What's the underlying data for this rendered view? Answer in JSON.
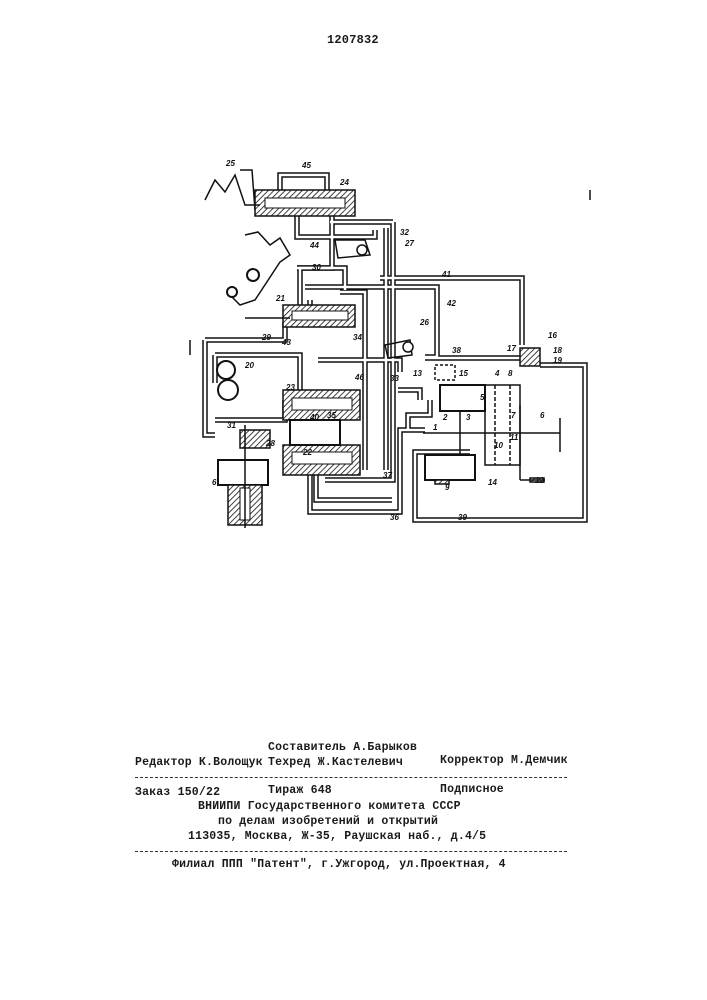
{
  "page_number": "1207832",
  "diagram": {
    "labels": [
      "25",
      "45",
      "24",
      "44",
      "32",
      "27",
      "30",
      "41",
      "42",
      "21",
      "34",
      "26",
      "43",
      "29",
      "38",
      "17",
      "16",
      "18",
      "19",
      "20",
      "46",
      "33",
      "13",
      "15",
      "23",
      "4",
      "8",
      "5",
      "7",
      "2",
      "3",
      "6",
      "40",
      "35",
      "1",
      "31",
      "28",
      "10",
      "11",
      "22",
      "9",
      "14",
      "12",
      "37",
      "6",
      "36",
      "39"
    ]
  },
  "imprint": {
    "compiler": "Составитель А.Барыков",
    "editor": "Редактор К.Волощук",
    "techred": "Техред Ж.Кастелевич",
    "proofreader": "Корректор М.Демчик",
    "order": "Заказ 150/22",
    "circulation": "Тираж 648",
    "subscription": "Подписное",
    "org_line1": "ВНИИПИ Государственного комитета СССР",
    "org_line2": "по делам изобретений и открытий",
    "address": "113035, Москва, Ж-35, Раушская наб., д.4/5",
    "branch": "Филиал ППП \"Патент\", г.Ужгород, ул.Проектная, 4"
  }
}
